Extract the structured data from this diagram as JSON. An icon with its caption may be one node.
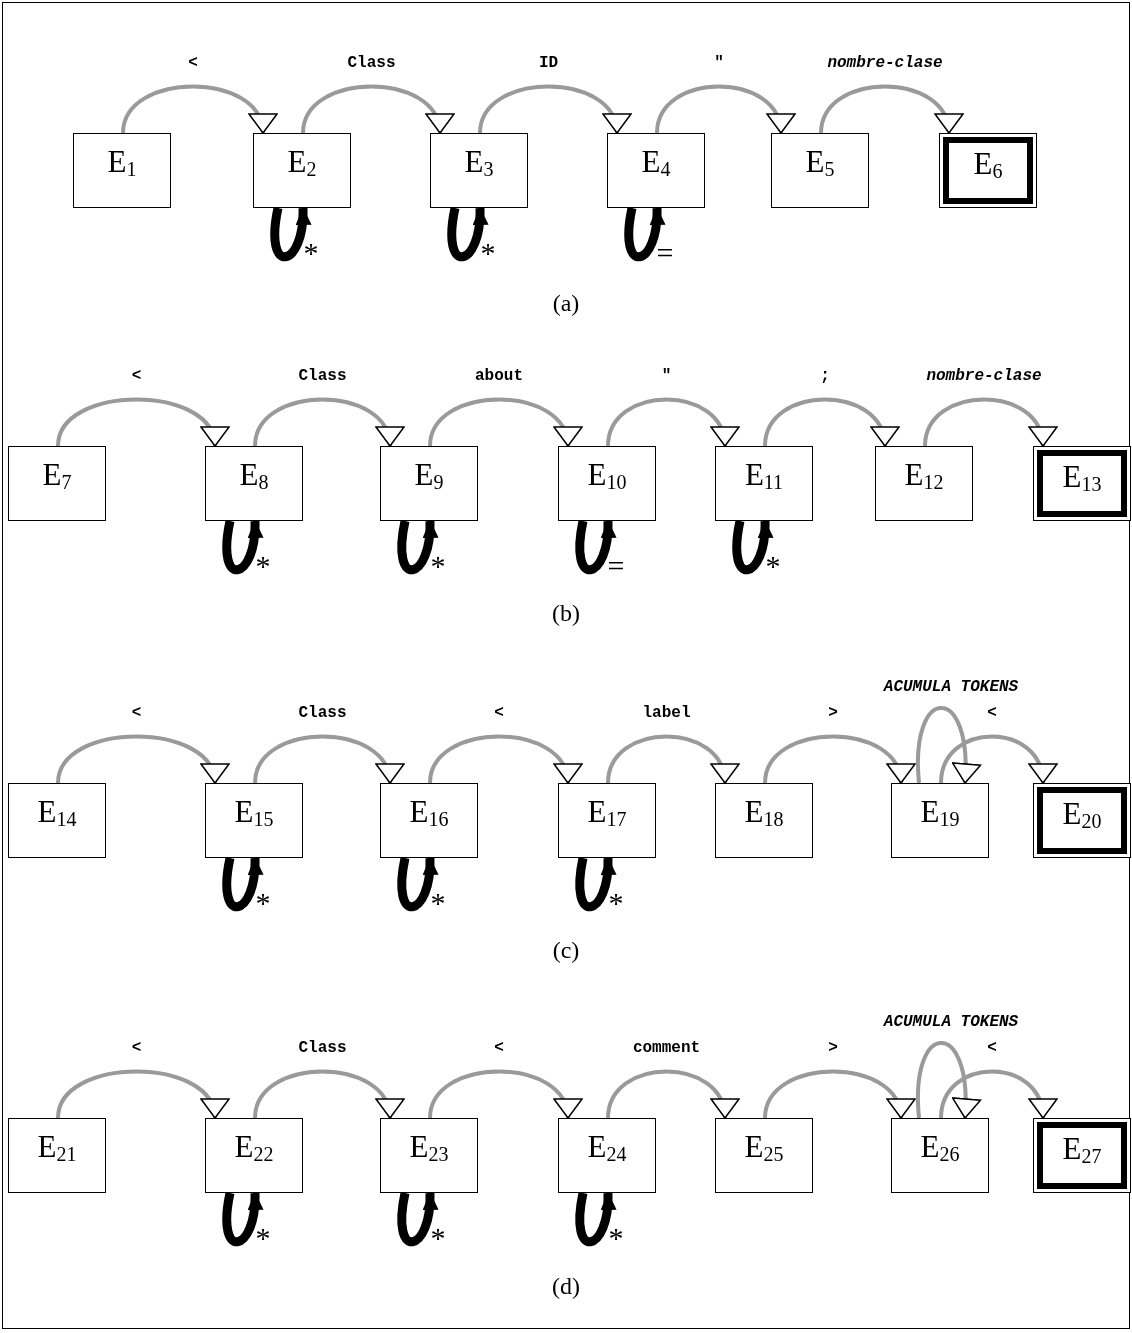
{
  "diagram": {
    "nodes": [
      {
        "text": [
          "E$_{1}$"
        ]
      },
      {
        "text": [
          "E$_{2}$"
        ]
      },
      {
        "text": [
          "E$_{3}$"
        ]
      },
      {
        "text": [
          "E$_{4}$"
        ]
      },
      {
        "text": [
          "E$_{5}$"
        ]
      },
      {
        "text": [
          "E$_{6}$"
        ]
      },
      {
        "text": [
          "E$_{7}$"
        ]
      },
      {
        "text": [
          "E$_{8}$"
        ]
      },
      {
        "text": [
          "E$_{9}$"
        ]
      },
      {
        "text": [
          "E$_{10}$"
        ]
      },
      {
        "text": [
          "E$_{11}$"
        ]
      },
      {
        "text": [
          "E$_{12}$"
        ]
      },
      {
        "text": [
          "E$_{13}$"
        ]
      },
      {
        "text": [
          "E$_{14}$"
        ]
      },
      {
        "text": [
          "E$_{15}$"
        ]
      },
      {
        "text": [
          "E$_{16}$"
        ]
      },
      {
        "text": [
          "E$_{17}$"
        ]
      },
      {
        "text": [
          "E$_{18}$"
        ]
      },
      {
        "text": [
          "E$_{19}$"
        ]
      },
      {
        "text": [
          "E$_{20}$"
        ]
      },
      {
        "text": [
          "E$_{21}$"
        ]
      },
      {
        "text": [
          "E$_{22}$"
        ]
      },
      {
        "text": [
          "E$_{23}$"
        ]
      },
      {
        "text": [
          "E$_{24}$"
        ]
      },
      {
        "text": [
          "E$_{25}$"
        ]
      },
      {
        "text": [
          "E$_{26}$"
        ]
      },
      {
        "text": [
          "E$_{27}$"
        ]
      }
    ],
    "edges": [
      {
        "from": 0,
        "to": 1,
        "arrow": "to",
        "label": "<"
      },
      {
        "from": 1,
        "to": 1,
        "arrow": "to",
        "label": "*",
        "style": "thick",
        "color": "#000000"
      },
      {
        "from": 1,
        "to": 2,
        "arrow": "to",
        "label": "Class"
      },
      {
        "from": 2,
        "to": 2,
        "arrow": "to",
        "label": "*",
        "style": "thick",
        "color": "#000000"
      },
      {
        "from": 2,
        "to": 3,
        "arrow": "to",
        "label": "ID"
      },
      {
        "from": 3,
        "to": 3,
        "arrow": "to",
        "label": "=",
        "style": "thick",
        "color": "#000000"
      },
      {
        "from": 3,
        "to": 4,
        "arrow": "to",
        "label": "\""
      },
      {
        "from": 4,
        "to": 5,
        "arrow": "to",
        "label": "*nombre-clase*"
      },
      {
        "from": 6,
        "to": 7,
        "arrow": "to",
        "label": "<"
      },
      {
        "from": 7,
        "to": 7,
        "arrow": "to",
        "label": "*",
        "style": "thick",
        "color": "#000000"
      },
      {
        "from": 7,
        "to": 8,
        "arrow": "to",
        "label": "Class"
      },
      {
        "from": 8,
        "to": 8,
        "arrow": "to",
        "label": "*",
        "style": "thick",
        "color": "#000000"
      },
      {
        "from": 8,
        "to": 9,
        "arrow": "to",
        "label": "about"
      },
      {
        "from": 9,
        "to": 9,
        "arrow": "to",
        "label": "=",
        "style": "thick",
        "color": "#000000"
      },
      {
        "from": 9,
        "to": 10,
        "arrow": "to",
        "label": "\""
      },
      {
        "from": 10,
        "to": 10,
        "arrow": "to",
        "label": "*",
        "style": "thick",
        "color": "#000000"
      },
      {
        "from": 10,
        "to": 11,
        "arrow": "to",
        "label": ";"
      },
      {
        "from": 11,
        "to": 12,
        "arrow": "to",
        "label": "*nombre-clase*"
      },
      {
        "from": 13,
        "to": 14,
        "arrow": "to",
        "label": "<"
      },
      {
        "from": 14,
        "to": 14,
        "arrow": "to",
        "label": "*",
        "style": "thick",
        "color": "#000000"
      },
      {
        "from": 14,
        "to": 15,
        "arrow": "to",
        "label": "Class"
      },
      {
        "from": 15,
        "to": 15,
        "arrow": "to",
        "label": "*",
        "style": "thick",
        "color": "#000000"
      },
      {
        "from": 15,
        "to": 16,
        "arrow": "to",
        "label": "<"
      },
      {
        "from": 16,
        "to": 16,
        "arrow": "to",
        "label": "*",
        "style": "thick",
        "color": "#000000"
      },
      {
        "from": 16,
        "to": 17,
        "arrow": "to",
        "label": "label"
      },
      {
        "from": 17,
        "to": 18,
        "arrow": "to",
        "label": ">"
      },
      {
        "from": 18,
        "to": 18,
        "arrow": "to",
        "label": "*ACUMULA TOKENS*"
      },
      {
        "from": 18,
        "to": 19,
        "arrow": "to",
        "label": "<"
      },
      {
        "from": 20,
        "to": 21,
        "arrow": "to",
        "label": "<"
      },
      {
        "from": 21,
        "to": 21,
        "arrow": "to",
        "label": "*",
        "style": "thick",
        "color": "#000000"
      },
      {
        "from": 21,
        "to": 22,
        "arrow": "to",
        "label": "Class"
      },
      {
        "from": 22,
        "to": 22,
        "arrow": "to",
        "label": "*",
        "style": "thick",
        "color": "#000000"
      },
      {
        "from": 22,
        "to": 23,
        "arrow": "to",
        "label": "<"
      },
      {
        "from": 23,
        "to": 23,
        "arrow": "to",
        "label": "*",
        "style": "thick",
        "color": "#000000"
      },
      {
        "from": 23,
        "to": 24,
        "arrow": "to",
        "label": "comment"
      },
      {
        "from": 24,
        "to": 25,
        "arrow": "to",
        "label": ">"
      },
      {
        "from": 25,
        "to": 25,
        "arrow": "to",
        "label": "*ACUMULA TOKENS*"
      },
      {
        "from": 25,
        "to": 26,
        "arrow": "to",
        "label": "<"
      }
    ],
    "labels": [
      "(a)",
      "(b)",
      "(c)",
      "(d)"
    ]
  }
}
